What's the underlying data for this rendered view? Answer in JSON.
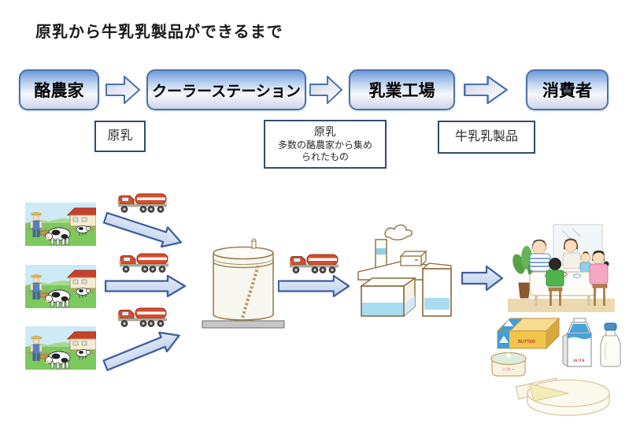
{
  "title": "原乳から牛乳乳製品ができるまで",
  "flow": {
    "stages": [
      {
        "label": "酪農家"
      },
      {
        "label": "クーラーステーション"
      },
      {
        "label": "乳業工場"
      },
      {
        "label": "消費者"
      }
    ],
    "annotations": {
      "raw_milk": {
        "text": "原乳"
      },
      "collected": {
        "line1": "原乳",
        "line2": "多数の酪農家から集め",
        "line3": "られたもの"
      },
      "dairy_products": {
        "text": "牛乳乳製品"
      }
    }
  },
  "product_labels": {
    "butter_box": "BUTTER",
    "milk_carton": "milk",
    "butter_tub": "バター"
  },
  "icons": {
    "farm": "dairy-farm-with-cows",
    "truck": "milk-tanker-truck",
    "tank": "cooler-station-storage-tank",
    "factory": "dairy-factory",
    "family": "family-meal-with-milk",
    "products": "dairy-products"
  },
  "colors": {
    "stage_border": "#4a72aa",
    "stage_top": "#6f9cda",
    "annotation_border": "#2e4d6e",
    "arrow_border": "#3f5e9e",
    "arrow_fill": "#ccd9f0",
    "truck_red": "#d94c2b",
    "grass_green": "#7cc95e",
    "roof_red": "#c7402e",
    "milk_blue": "#4aa3d8",
    "butter_yellow": "#f0c64a"
  }
}
